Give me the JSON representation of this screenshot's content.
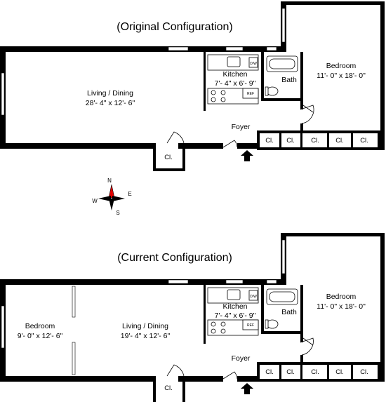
{
  "plans": [
    {
      "title": "(Original Configuration)",
      "kitchen": {
        "name": "Kitchen",
        "dims": "7'- 4\" x 6'- 9\""
      },
      "living": {
        "name": "Living / Dining",
        "dims": "28'- 4\" x 12'- 6\""
      },
      "bath": {
        "name": "Bath"
      },
      "bedroom": {
        "name": "Bedroom",
        "dims": "11'- 0\" x 18'- 0\""
      },
      "foyer": "Foyer",
      "closet_main": "Cl.",
      "closets": [
        "Cl.",
        "Cl.",
        "Cl.",
        "Cl.",
        "Cl."
      ],
      "appliances": {
        "dw": "D/W",
        "ref": "REF"
      }
    },
    {
      "title": "(Current Configuration)",
      "kitchen": {
        "name": "Kitchen",
        "dims": "7'- 4\" x 6'- 9\""
      },
      "living": {
        "name": "Living / Dining",
        "dims": "19'- 4\" x 12'- 6\""
      },
      "bath": {
        "name": "Bath"
      },
      "bedroom": {
        "name": "Bedroom",
        "dims": "11'- 0\" x 18'- 0\""
      },
      "bedroom2": {
        "name": "Bedroom",
        "dims": "9'- 0\" x 12'- 6\""
      },
      "foyer": "Foyer",
      "closet_main": "Cl.",
      "closets": [
        "Cl.",
        "Cl.",
        "Cl.",
        "Cl.",
        "Cl."
      ],
      "appliances": {
        "dw": "D/W",
        "ref": "REF"
      }
    }
  ],
  "compass": {
    "n": "N",
    "e": "E",
    "s": "S",
    "w": "W",
    "accent": "#e00000"
  }
}
